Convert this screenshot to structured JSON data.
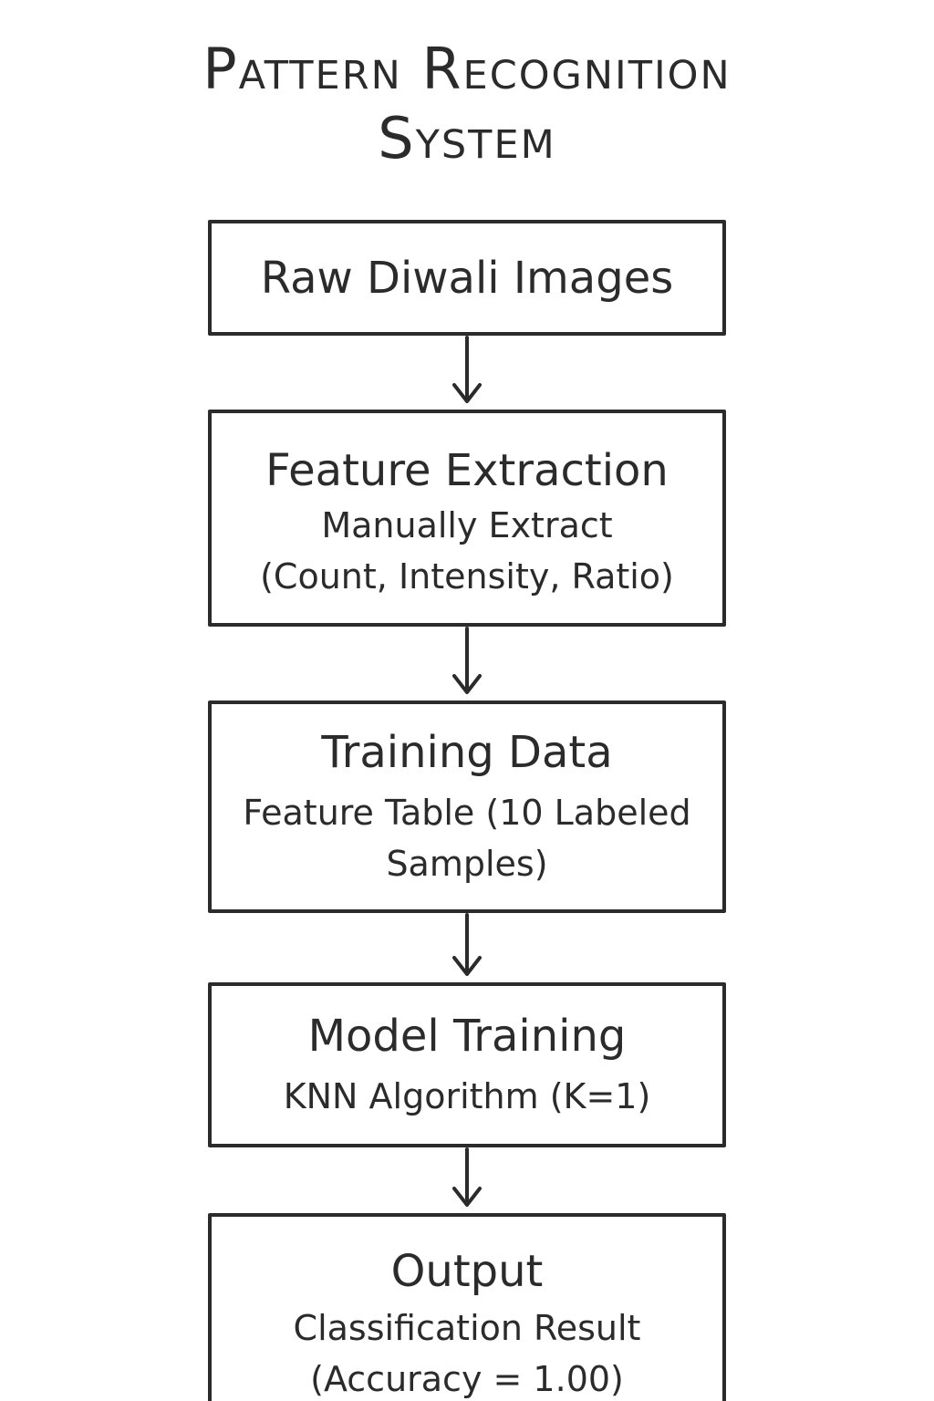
{
  "title": {
    "line1": "Pattern Recognition",
    "line2": "System"
  },
  "steps": [
    {
      "title": "Raw Diwali Images",
      "lines": []
    },
    {
      "title": "Feature Extraction",
      "lines": [
        "Manually Extract",
        "(Count, Intensity, Ratio)"
      ]
    },
    {
      "title": "Training Data",
      "lines": [
        "Feature Table (10 Labeled",
        "Samples)"
      ]
    },
    {
      "title": "Model Training",
      "lines": [
        "KNN Algorithm (K=1)"
      ]
    },
    {
      "title": "Output",
      "lines": [
        "Classification Result",
        "(Accuracy = 1.00)"
      ]
    }
  ],
  "colors": {
    "stroke": "#2b2b2b",
    "background": "#ffffff"
  }
}
